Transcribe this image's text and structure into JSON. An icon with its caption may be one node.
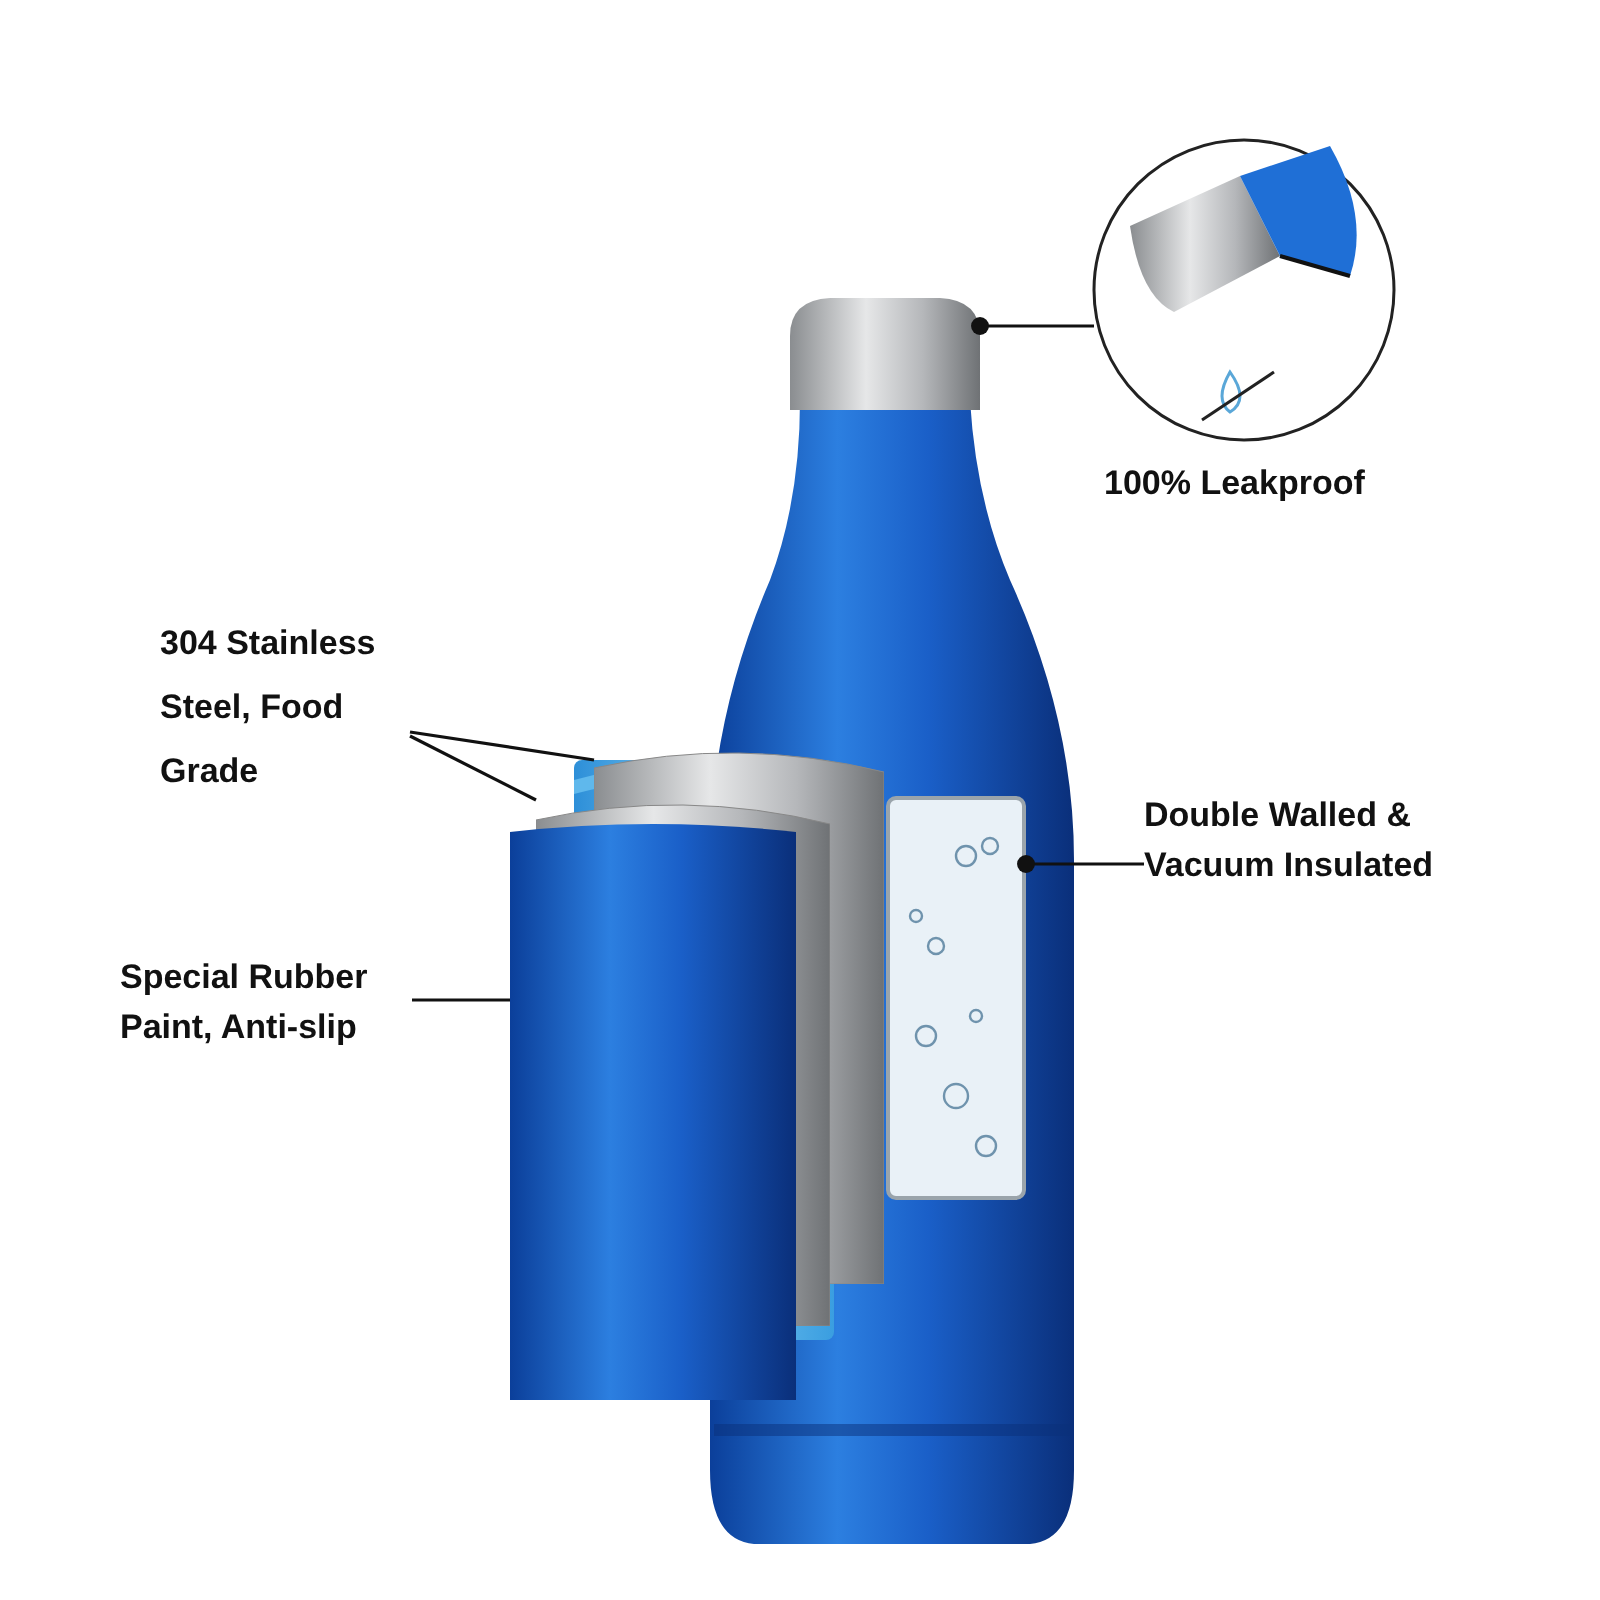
{
  "diagram": {
    "nodes": [
      {
        "text": [],
        "shape": "picture"
      },
      {
        "text": [],
        "shape": "circle",
        "beside": [
          "100% Leakproof"
        ]
      },
      {
        "text": [
          "304 Stainless Steel, Food Grade"
        ]
      },
      {
        "text": [],
        "shape": "picture"
      },
      {
        "text": [],
        "shape": "picture"
      },
      {
        "text": [
          "Double Walled & Vacuum Insulated"
        ]
      },
      {
        "text": [],
        "shape": "picture"
      },
      {
        "text": [
          "Special Rubber Paint, Anti-slip"
        ]
      },
      {
        "text": [],
        "shape": "picture"
      }
    ],
    "edges": [
      {
        "from": 1,
        "to": 0,
        "arrow": "other"
      },
      {
        "from": 2,
        "to": 3,
        "arrow": "none"
      },
      {
        "from": 2,
        "to": 4,
        "arrow": "none"
      },
      {
        "from": 5,
        "to": 6,
        "arrow": "other"
      },
      {
        "from": 7,
        "to": 8,
        "arrow": "none"
      }
    ]
  }
}
